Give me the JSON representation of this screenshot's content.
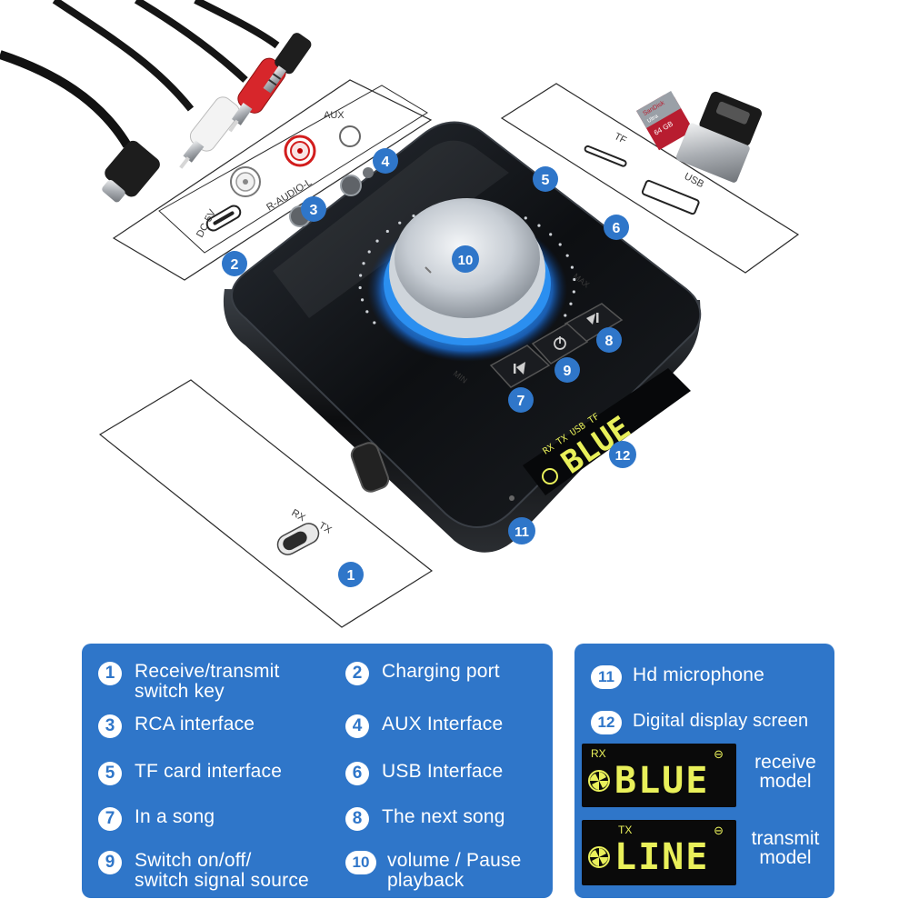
{
  "callouts": {
    "c1": "1",
    "c2": "2",
    "c3": "3",
    "c4": "4",
    "c5": "5",
    "c6": "6",
    "c7": "7",
    "c8": "8",
    "c9": "9",
    "c10": "10",
    "c11": "11",
    "c12": "12"
  },
  "port_labels": {
    "dc": "DC-5V",
    "rca": "R-AUDIO-L",
    "aux": "AUX",
    "tf": "TF",
    "usb": "USB",
    "switch_rx": "RX",
    "switch_tx": "TX",
    "min": "MIN",
    "max": "MAX"
  },
  "device_display": {
    "indicators": "RX  TX  USB  TF",
    "text": "BLUE"
  },
  "sd_card": {
    "brand": "SanDisk",
    "line": "Ultra",
    "capacity": "64 GB"
  },
  "legend_left": [
    {
      "num": "1",
      "text": "Receive/transmit\nswitch key"
    },
    {
      "num": "2",
      "text": "Charging port"
    },
    {
      "num": "3",
      "text": "RCA interface"
    },
    {
      "num": "4",
      "text": "AUX Interface"
    },
    {
      "num": "5",
      "text": "TF card interface"
    },
    {
      "num": "6",
      "text": "USB Interface"
    },
    {
      "num": "7",
      "text": "In a song"
    },
    {
      "num": "8",
      "text": "The next song"
    },
    {
      "num": "9",
      "text": "Switch on/off/\nswitch signal source"
    },
    {
      "num": "10",
      "text": "volume / Pause\nplayback"
    }
  ],
  "legend_right": [
    {
      "num": "11",
      "text": "Hd microphone"
    },
    {
      "num": "12",
      "text": "Digital display screen"
    }
  ],
  "modes": [
    {
      "tag": "RX",
      "display": "BLUE",
      "caption": "receive\nmodel"
    },
    {
      "tag": "TX",
      "display": "LINE",
      "caption": "transmit\nmodel"
    }
  ],
  "colors": {
    "panel": "#2f76c9",
    "lcd_text": "#e9f05a",
    "device_body": "#101215",
    "knob_glow": "#38a8ff",
    "callout_circle": "#2f76c9"
  }
}
